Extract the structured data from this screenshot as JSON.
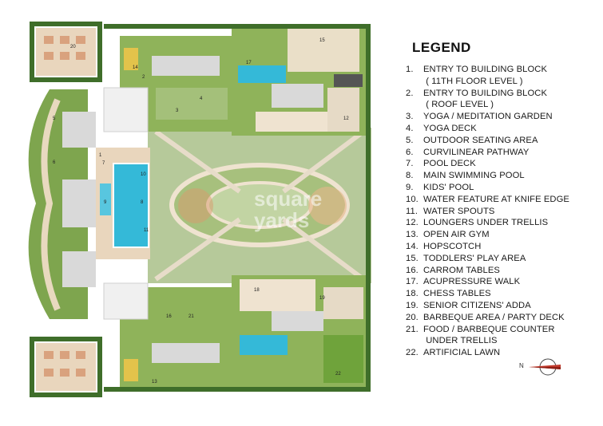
{
  "legend": {
    "title": "LEGEND",
    "items": [
      {
        "num": "1.",
        "label": "ENTRY TO BUILDING BLOCK\n ( 11TH FLOOR LEVEL )"
      },
      {
        "num": "2.",
        "label": "ENTRY TO BUILDING BLOCK\n ( ROOF LEVEL )"
      },
      {
        "num": "3.",
        "label": "YOGA / MEDITATION GARDEN"
      },
      {
        "num": "4.",
        "label": "YOGA DECK"
      },
      {
        "num": "5.",
        "label": "OUTDOOR SEATING AREA"
      },
      {
        "num": "6.",
        "label": "CURVILINEAR PATHWAY"
      },
      {
        "num": "7.",
        "label": "POOL DECK"
      },
      {
        "num": "8.",
        "label": "MAIN SWIMMING POOL"
      },
      {
        "num": "9.",
        "label": "KIDS' POOL"
      },
      {
        "num": "10.",
        "label": "WATER FEATURE AT KNIFE EDGE"
      },
      {
        "num": "11.",
        "label": "WATER SPOUTS"
      },
      {
        "num": "12.",
        "label": "LOUNGERS UNDER TRELLIS"
      },
      {
        "num": "13.",
        "label": "OPEN AIR GYM"
      },
      {
        "num": "14.",
        "label": "HOPSCOTCH"
      },
      {
        "num": "15.",
        "label": "TODDLERS' PLAY AREA"
      },
      {
        "num": "16.",
        "label": "CARROM TABLES"
      },
      {
        "num": "17.",
        "label": "ACUPRESSURE WALK"
      },
      {
        "num": "18.",
        "label": "CHESS TABLES"
      },
      {
        "num": "19.",
        "label": "SENIOR CITIZENS' ADDA"
      },
      {
        "num": "20.",
        "label": "BARBEQUE AREA / PARTY DECK"
      },
      {
        "num": "21.",
        "label": "FOOD / BARBEQUE COUNTER\n UNDER TRELLIS"
      },
      {
        "num": "22.",
        "label": "ARTIFICIAL LAWN"
      }
    ]
  },
  "compass": {
    "label": "N",
    "icon": "north-arrow-icon",
    "color": "#c0392b"
  },
  "watermark": {
    "line1": "square",
    "line2": "yards"
  },
  "plan_labels": {
    "a": "20",
    "b": "14",
    "c": "2",
    "d": "15",
    "e": "17",
    "f": "5",
    "g": "1",
    "h": "7",
    "i": "8",
    "j": "9",
    "k": "10",
    "l": "6",
    "m": "12",
    "n": "3",
    "o": "4",
    "p": "16",
    "q": "18",
    "r": "19",
    "s": "21",
    "t": "22",
    "u": "13",
    "v": "11"
  },
  "colors": {
    "grass": "#8fb35a",
    "dark_green": "#3f6e2a",
    "paving": "#e9d6bd",
    "water": "#34b9d8",
    "building": "#d9d9d9",
    "terracotta": "#d9a27e"
  }
}
